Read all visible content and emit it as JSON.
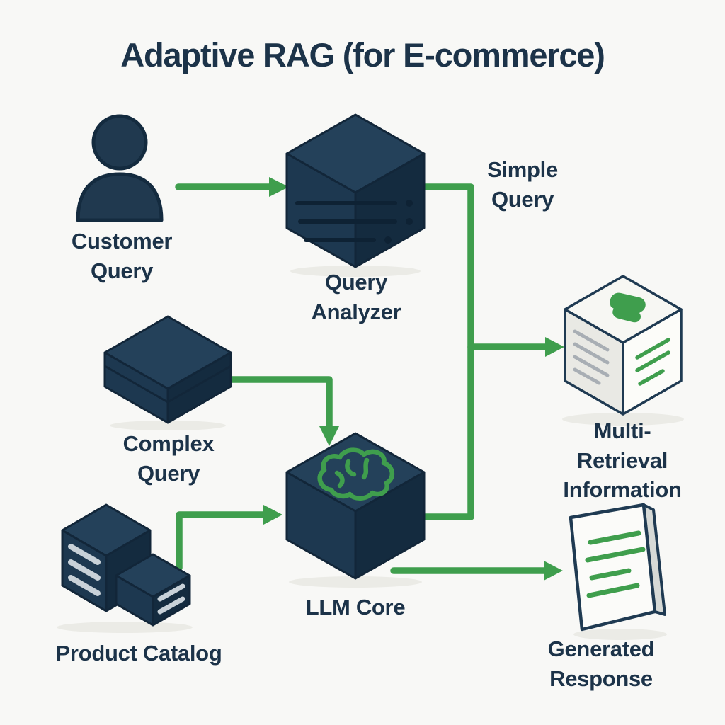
{
  "title": "Adaptive RAG (for E-commerce)",
  "colors": {
    "background": "#f8f8f6",
    "text": "#1c3349",
    "green": "#3f9e4d",
    "navy_top": "#24415a",
    "navy_left": "#1d3850",
    "navy_right": "#142b3f",
    "navy_edge": "#122639"
  },
  "nodes": {
    "customer_query": {
      "label": "Customer\nQuery",
      "icon": "person-icon"
    },
    "query_analyzer": {
      "label": "Query\nAnalyzer",
      "icon": "server-cube-icon"
    },
    "complex_query": {
      "label": "Complex\nQuery",
      "icon": "box-icon"
    },
    "llm_core": {
      "label": "LLM Core",
      "icon": "brain-cube-icon"
    },
    "product_catalog": {
      "label": "Product Catalog",
      "icon": "server-boxes-icon"
    },
    "multi_retrieval": {
      "label": "Multi-Retrieval\nInformation",
      "icon": "retrieval-cube-icon"
    },
    "generated_response": {
      "label": "Generated\nResponse",
      "icon": "document-icon"
    }
  },
  "edges": {
    "customer_to_analyzer": {
      "from": "customer_query",
      "to": "query_analyzer"
    },
    "simple_query": {
      "label": "Simple\nQuery",
      "from": "query_analyzer",
      "to": "multi_retrieval"
    },
    "complex_to_llm": {
      "from": "complex_query",
      "to": "llm_core"
    },
    "catalog_to_llm": {
      "from": "product_catalog",
      "to": "llm_core"
    },
    "llm_to_multi_retrieval": {
      "from": "llm_core",
      "to": "multi_retrieval"
    },
    "llm_to_response": {
      "from": "llm_core",
      "to": "generated_response"
    }
  }
}
